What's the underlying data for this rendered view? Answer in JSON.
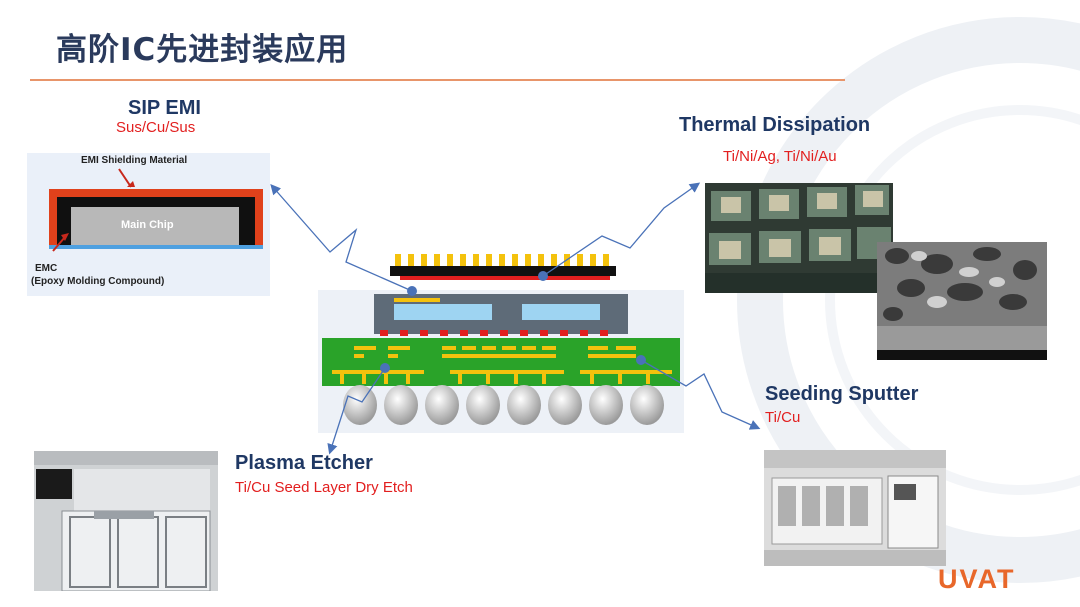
{
  "header": {
    "title": "高阶IC先进封装应用"
  },
  "sip_emi": {
    "title": "SIP EMI",
    "materials": "Sus/Cu/Sus",
    "diagram": {
      "shield_label": "EMI Shielding Material",
      "chip_label": "Main Chip",
      "emc_label_1": "EMC",
      "emc_label_2": "(Epoxy Molding Compound)"
    }
  },
  "thermal": {
    "title": "Thermal Dissipation",
    "materials": "Ti/Ni/Ag, Ti/Ni/Au"
  },
  "seeding": {
    "title": "Seeding Sputter",
    "materials": "Ti/Cu"
  },
  "plasma": {
    "title": "Plasma Etcher",
    "materials": "Ti/Cu Seed Layer Dry Etch"
  },
  "brand": {
    "logo": "UVAT"
  },
  "colors": {
    "title": "#2a3a5c",
    "label": "#1f3864",
    "accent_red": "#e21f1f",
    "rule": "#e8956a",
    "arrow": "#4a72b8",
    "pcb_green": "#2aa329",
    "gold": "#f4c20d",
    "logo": "#e8672a"
  }
}
